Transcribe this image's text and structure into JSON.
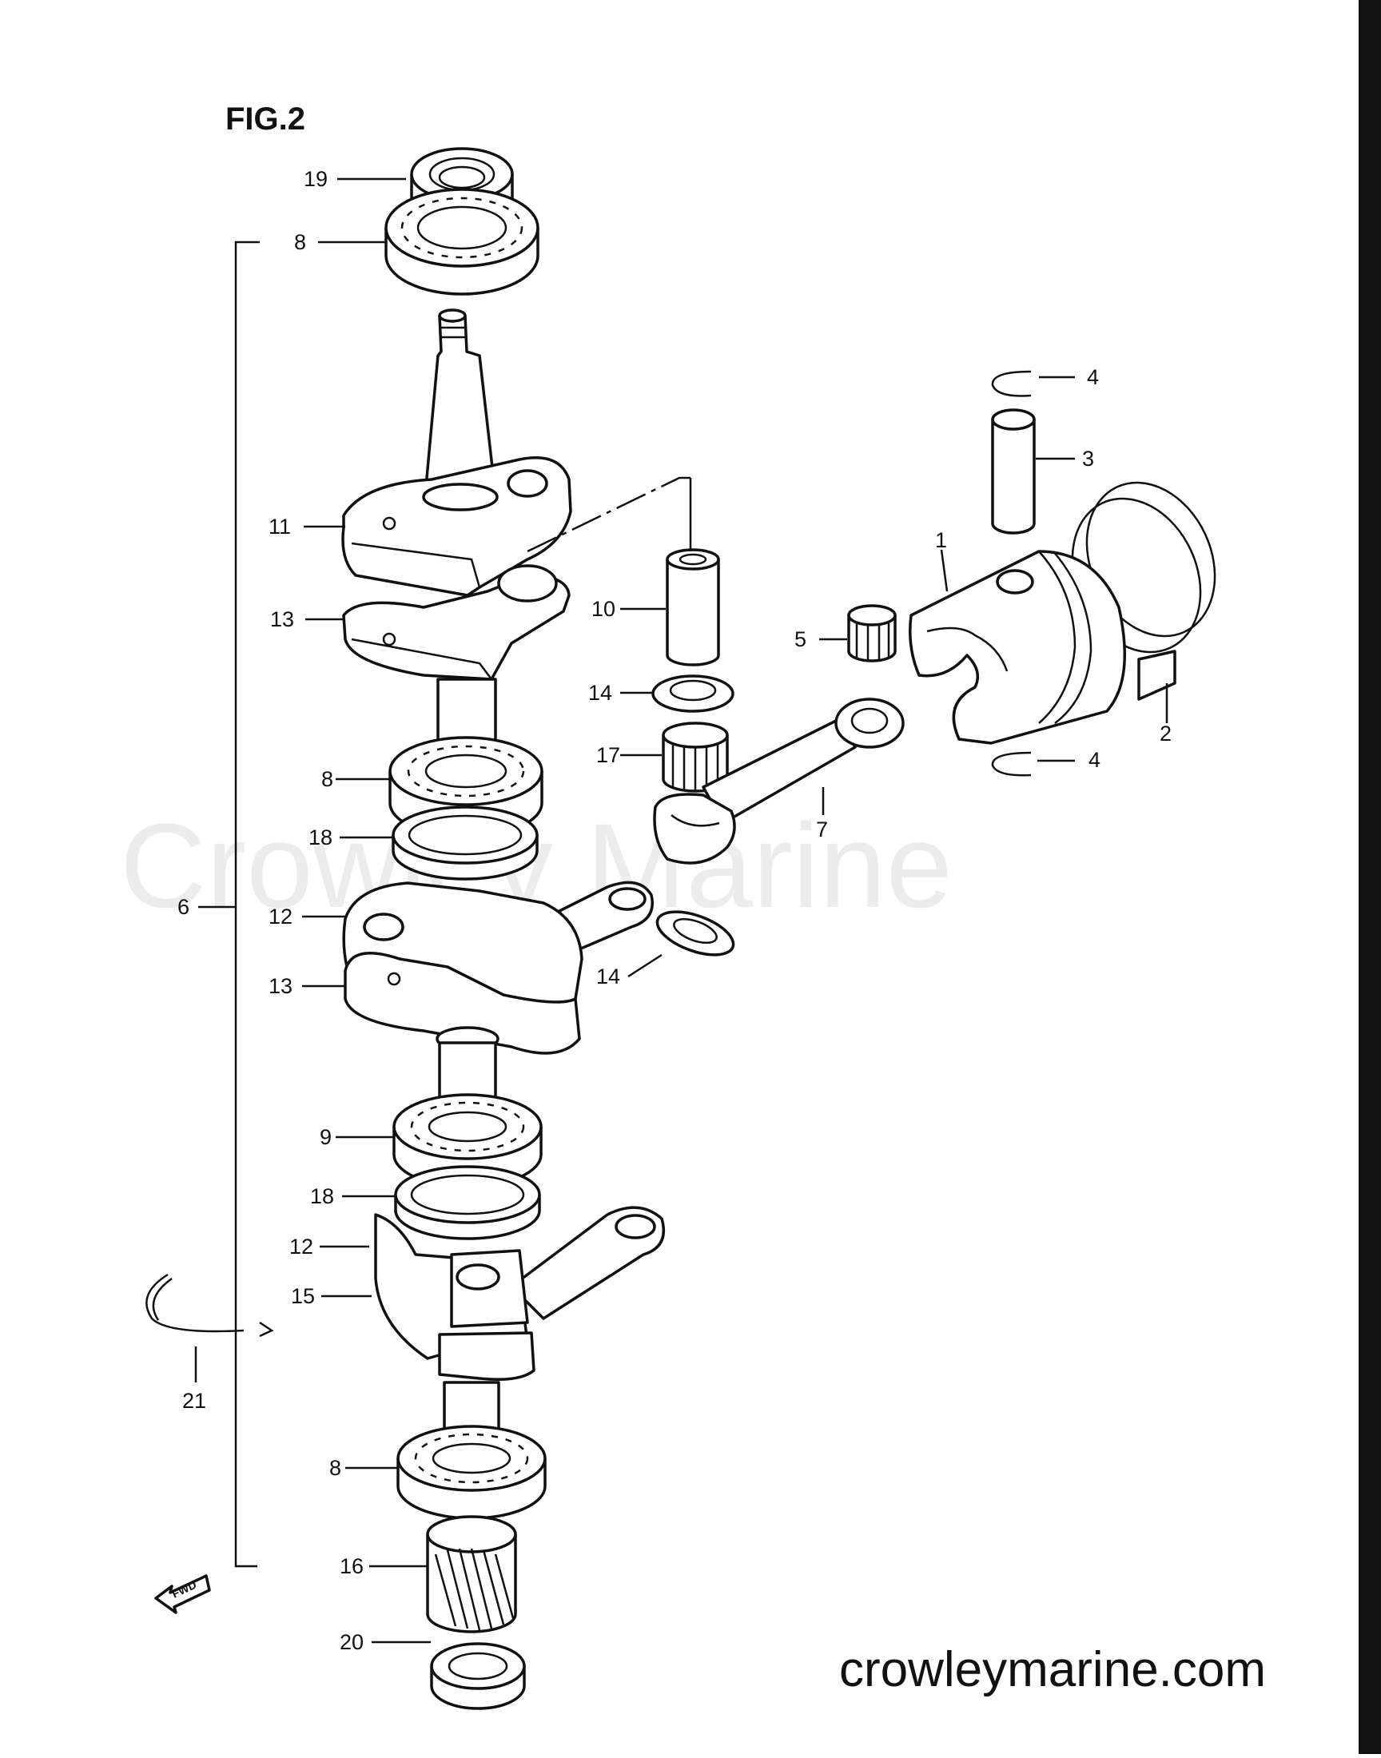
{
  "figure_label": "FIG.2",
  "watermark": "Crowley Marine",
  "footer_url": "crowleymarine.com",
  "fwd_label": "FWD",
  "colors": {
    "ink": "#111111",
    "paper": "#ffffff",
    "watermark": "#ececec",
    "edge_strip": "#111111"
  },
  "callouts": [
    {
      "id": "c19",
      "text": "19"
    },
    {
      "id": "c8a",
      "text": "8"
    },
    {
      "id": "c4a",
      "text": "4"
    },
    {
      "id": "c3",
      "text": "3"
    },
    {
      "id": "c11",
      "text": "11"
    },
    {
      "id": "c1",
      "text": "1"
    },
    {
      "id": "c13a",
      "text": "13"
    },
    {
      "id": "c10",
      "text": "10"
    },
    {
      "id": "c5",
      "text": "5"
    },
    {
      "id": "c14a",
      "text": "14"
    },
    {
      "id": "c2",
      "text": "2"
    },
    {
      "id": "c17",
      "text": "17"
    },
    {
      "id": "c4b",
      "text": "4"
    },
    {
      "id": "c8b",
      "text": "8"
    },
    {
      "id": "c7",
      "text": "7"
    },
    {
      "id": "c18a",
      "text": "18"
    },
    {
      "id": "c6",
      "text": "6"
    },
    {
      "id": "c12a",
      "text": "12"
    },
    {
      "id": "c14b",
      "text": "14"
    },
    {
      "id": "c13b",
      "text": "13"
    },
    {
      "id": "c9",
      "text": "9"
    },
    {
      "id": "c18b",
      "text": "18"
    },
    {
      "id": "c12b",
      "text": "12"
    },
    {
      "id": "c15",
      "text": "15"
    },
    {
      "id": "c21",
      "text": "21"
    },
    {
      "id": "c8c",
      "text": "8"
    },
    {
      "id": "c16",
      "text": "16"
    },
    {
      "id": "c20",
      "text": "20"
    }
  ]
}
